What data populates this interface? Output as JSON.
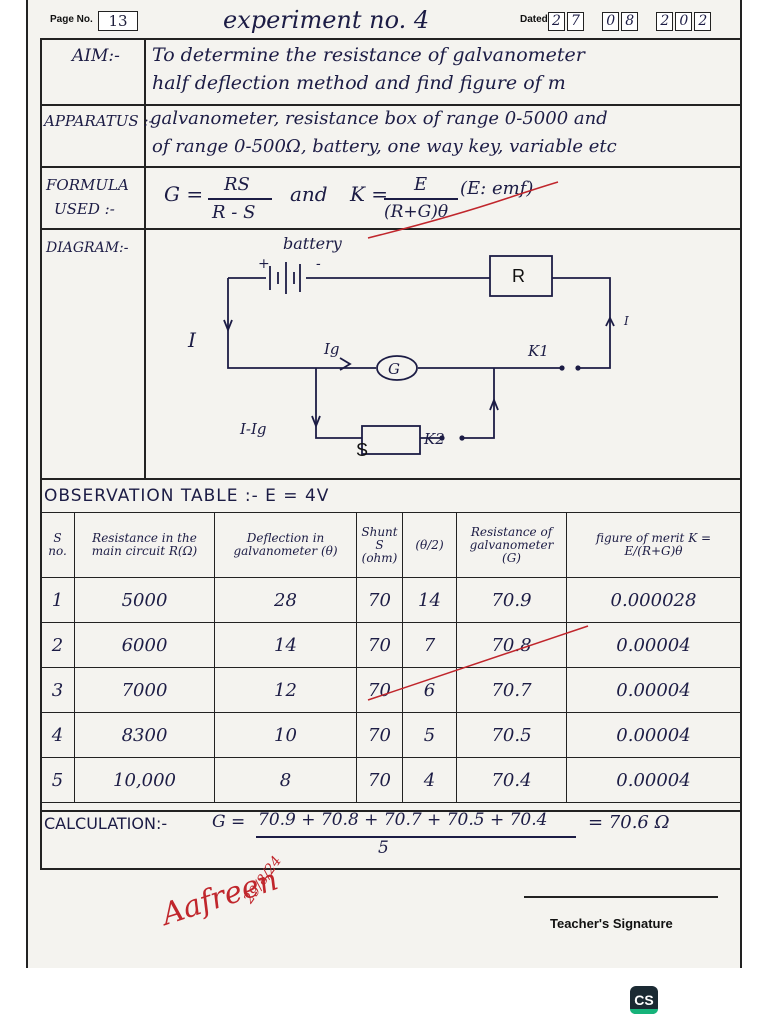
{
  "header": {
    "page_no_label": "Page No.",
    "page_no": "13",
    "title": "experiment no. 4",
    "dated_label": "Dated",
    "date_digits": [
      "2",
      "7",
      "0",
      "8",
      "2",
      "0",
      "2"
    ]
  },
  "aim": {
    "label": "AIM:-",
    "line1": "To determine the resistance of galvanometer",
    "line2": "half deflection method and find figure of m"
  },
  "apparatus": {
    "label": "APPARATUS :-",
    "line1": "galvanometer, resistance box of range 0-5000 and",
    "line2": "of range 0-500Ω, battery, one way key, variable etc"
  },
  "formula": {
    "label1": "FORMULA",
    "label2": "USED :-",
    "g_lhs": "G =",
    "g_num": "RS",
    "g_den": "R - S",
    "and": "and",
    "k_lhs": "K =",
    "k_num": "E",
    "k_den": "(R+G)θ",
    "note": "(E: emf)"
  },
  "diagram": {
    "label": "DIAGRAM:-",
    "battery": "battery",
    "plus": "+",
    "minus": "-",
    "R": "R",
    "I_left": "I",
    "I_right": "I",
    "Ig": "Ig",
    "G": "G",
    "K1": "K1",
    "I_minus_Ig": "I-Ig",
    "S": "S",
    "K2": "K2"
  },
  "observation": {
    "title": "OBSERVATION TABLE :- E = 4V",
    "headers": [
      "S no.",
      "Resistance in the main circuit R(Ω)",
      "Deflection in galvanometer (θ)",
      "Shunt S (ohm)",
      "(θ/2)",
      "Resistance of galvanometer (G)",
      "figure of merit K = E/(R+G)θ"
    ],
    "rows": [
      [
        "1",
        "5000",
        "28",
        "70",
        "14",
        "70.9",
        "0.000028"
      ],
      [
        "2",
        "6000",
        "14",
        "70",
        "7",
        "70.8",
        "0.00004"
      ],
      [
        "3",
        "7000",
        "12",
        "70",
        "6",
        "70.7",
        "0.00004"
      ],
      [
        "4",
        "8300",
        "10",
        "70",
        "5",
        "70.5",
        "0.00004"
      ],
      [
        "5",
        "10,000",
        "8",
        "70",
        "4",
        "70.4",
        "0.00004"
      ]
    ]
  },
  "calculation": {
    "label": "CALCULATION:-",
    "lhs": "G =",
    "numerator": "70.9 + 70.8 + 70.7 + 70.5 + 70.4",
    "denominator": "5",
    "result": "= 70.6 Ω"
  },
  "signature": {
    "teacher_label": "Teacher's Signature",
    "initials": "Aafreen",
    "date": "29/8/24"
  },
  "badge": {
    "text": "CS"
  },
  "colors": {
    "ink": "#1c1c45",
    "red_ink": "#c0262c",
    "paper": "#f4f3ef",
    "rule": "#222222",
    "badge_bg": "#1b2a33",
    "badge_accent": "#16b37a"
  }
}
